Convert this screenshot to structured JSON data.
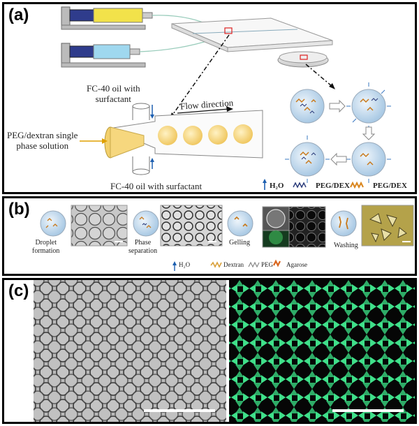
{
  "panel_a": {
    "label": "(a)",
    "oil_top_label_line1": "FC-40 oil with",
    "oil_top_label_line2": "surfactant",
    "flow_label": "Flow direction",
    "inlet_label_line1": "PEG/dextran single",
    "inlet_label_line2": "phase solution",
    "oil_bottom_label": "FC-40 oil with surfactant",
    "legend_h2o": "H₂O",
    "legend_peg": "PEG/DEX",
    "legend_agarose": "PEG/DEX"
  },
  "panel_b": {
    "label": "(b)",
    "step1_line1": "Droplet",
    "step1_line2": "formation",
    "step2_line1": "Phase",
    "step2_line2": "separation",
    "step3": "Gelling",
    "step4": "Washing",
    "legend_h2o": "H₂O",
    "legend_dextran": "Dextran",
    "legend_peg": "PEG",
    "legend_agarose": "Agarose"
  },
  "panel_c": {
    "label": "(c)"
  },
  "colors": {
    "droplet_yellow": "#f6d77e",
    "capsule_blue": "#cfe2f1",
    "fluor_green": "#3fe08a",
    "syringe_yellow": "#f2e24a",
    "syringe_cyan": "#9fd8ef"
  }
}
